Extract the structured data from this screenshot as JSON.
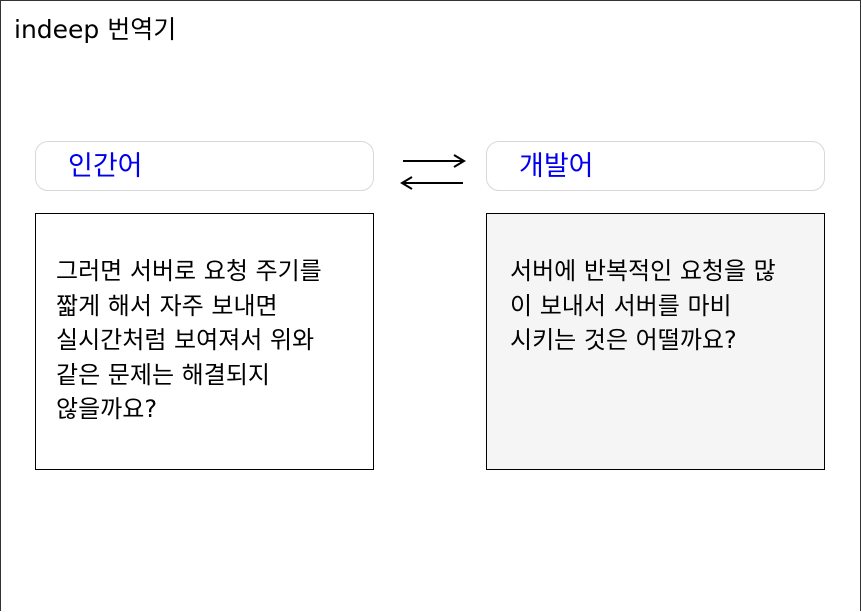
{
  "app": {
    "title": "indeep 번역기"
  },
  "source": {
    "language": "인간어",
    "text": "그러면 서버로 요청 주기를\n짧게 해서 자주 보내면\n실시간처럼 보여져서 위와\n같은 문제는 해결되지\n않을까요?"
  },
  "target": {
    "language": "개발어",
    "text": "서버에 반복적인 요청을 많\n이 보내서 서버를 마비\n시키는 것은 어떨까요?"
  },
  "swap": {
    "icon": "swap-arrows-icon"
  },
  "colors": {
    "language_label": "#0000ee",
    "target_background": "#f5f5f5",
    "box_border": "#d8d8d8"
  }
}
